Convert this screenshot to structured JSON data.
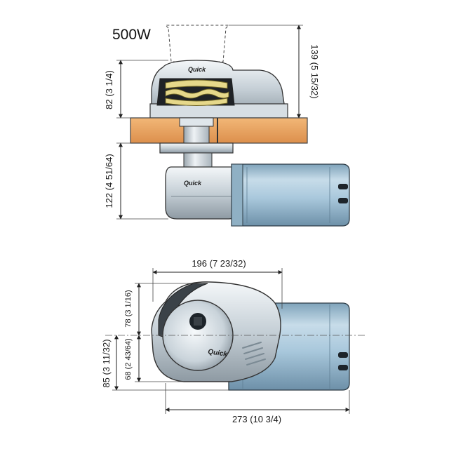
{
  "model": "500W",
  "brand": "Quick",
  "dimensions": {
    "top_height": "139 (5 15/32)",
    "above_deck": "82 (3 1/4)",
    "below_deck": "122 (4 51/64)",
    "width": "196 (7 23/32)",
    "length": "273 (10 3/4)",
    "front_half": "78 (3 1/16)",
    "rear_half": "68 (2 43/64)",
    "base_depth": "85 (3 11/32)"
  },
  "colors": {
    "motor": "#a9c8dc",
    "deck": "#e9a262",
    "chrome": "#cfd8df",
    "gypsy": "#e6d88a"
  }
}
